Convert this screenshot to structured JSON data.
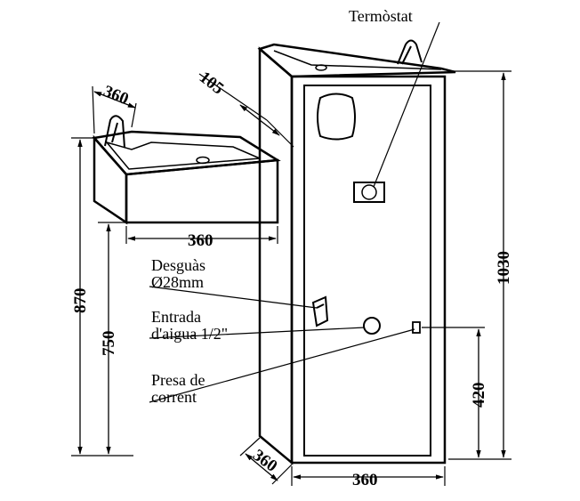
{
  "labels": {
    "thermostat": "Termòstat",
    "drain_line1": "Desguàs",
    "drain_line2": "Ø28mm",
    "water_inlet_line1": "Entrada",
    "water_inlet_line2": "d'aigua 1/2\"",
    "power_line1": "Presa de",
    "power_line2": "corrent"
  },
  "dimensions": {
    "basin_depth": "360",
    "basin_offset": "105",
    "basin_width": "360",
    "height_870": "870",
    "height_750": "750",
    "height_1030": "1030",
    "height_420": "420",
    "cabinet_depth": "360",
    "cabinet_width": "360"
  }
}
